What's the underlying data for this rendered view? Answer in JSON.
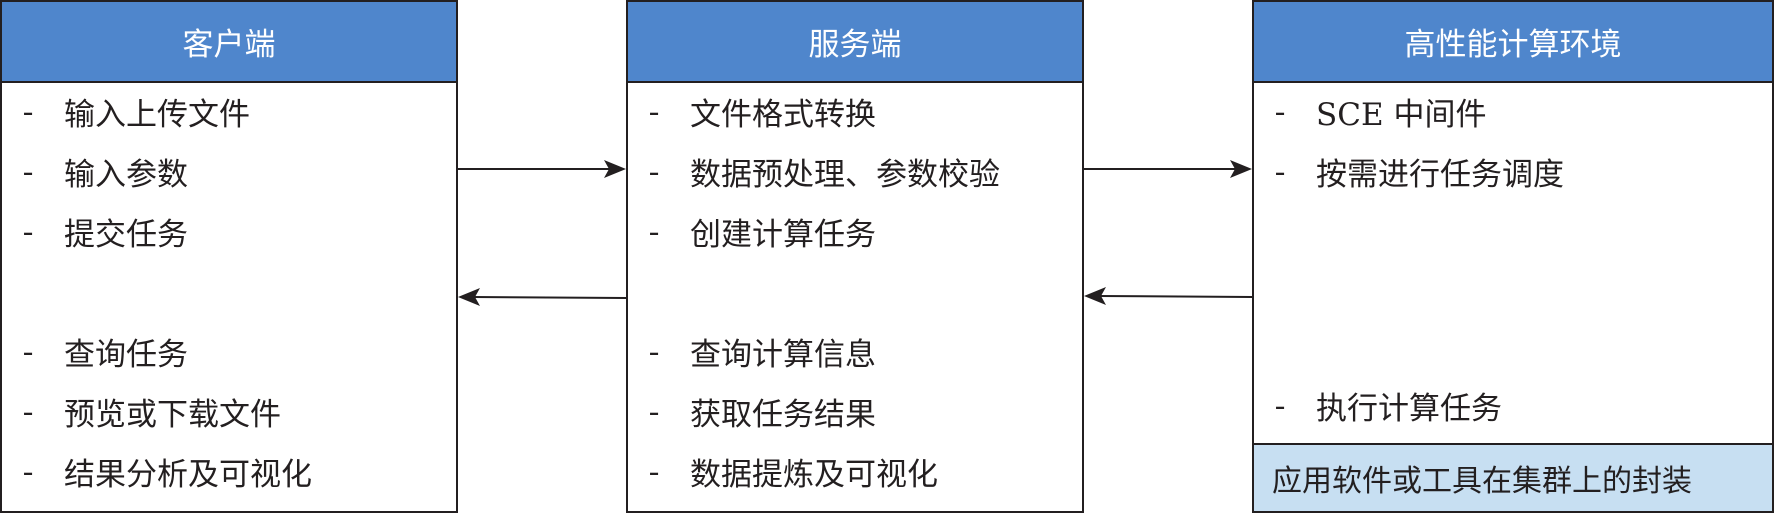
{
  "client": {
    "title": "客户端",
    "items": [
      {
        "dash": "-",
        "label": "输入上传文件"
      },
      {
        "dash": "-",
        "label": "输入参数"
      },
      {
        "dash": "-",
        "label": "提交任务"
      },
      {
        "dash": "-",
        "label": "查询任务"
      },
      {
        "dash": "-",
        "label": "预览或下载文件"
      },
      {
        "dash": "-",
        "label": "结果分析及可视化"
      }
    ]
  },
  "server": {
    "title": "服务端",
    "items": [
      {
        "dash": "-",
        "label": "文件格式转换"
      },
      {
        "dash": "-",
        "label": "数据预处理、参数校验"
      },
      {
        "dash": "-",
        "label": "创建计算任务"
      },
      {
        "dash": "-",
        "label": "查询计算信息"
      },
      {
        "dash": "-",
        "label": "获取任务结果"
      },
      {
        "dash": "-",
        "label": "数据提炼及可视化"
      }
    ]
  },
  "hpc": {
    "title": "高性能计算环境",
    "items": [
      {
        "dash": "-",
        "label": "SCE 中间件"
      },
      {
        "dash": "-",
        "label": "按需进行任务调度"
      },
      {
        "dash": "-",
        "label": "执行计算任务"
      }
    ],
    "footer": "应用软件或工具在集群上的封装"
  },
  "colors": {
    "header_fill": "#4f86cc",
    "footer_fill": "#c7dff2",
    "stroke": "#231f20"
  }
}
